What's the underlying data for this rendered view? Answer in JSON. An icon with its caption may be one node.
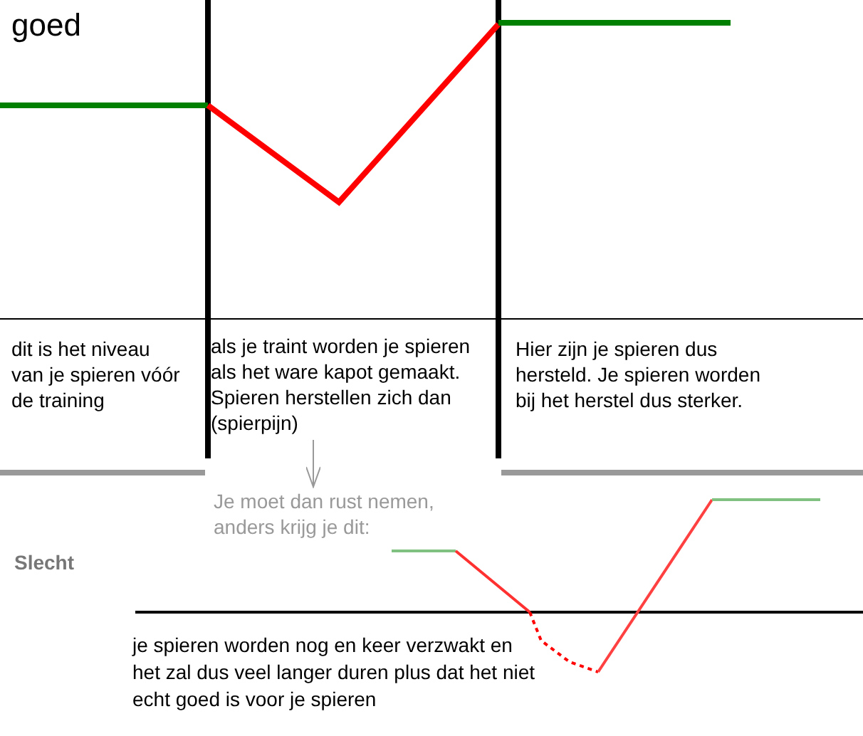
{
  "diagram": {
    "nodes": [
      {
        "text": [
          "dit is het niveau van je spieren vóór de training"
        ]
      },
      {
        "text": [
          "als je traint worden je spieren als het ware kapot gemaakt. Spieren herstellen zich dan (spierpijn)"
        ]
      },
      {
        "text": [
          "Hier zijn je spieren dus hersteld. Je spieren worden bij het herstel dus sterker."
        ]
      },
      {
        "text": [
          "Je moet dan rust nemen, anders krijg je dit:"
        ]
      }
    ],
    "edges": [
      {
        "from": 1,
        "to": 3,
        "arrow": "to"
      }
    ],
    "labels": [
      "goed",
      "Slecht",
      "je spieren worden nog en keer verzwakt en het zal dus veel langer duren plus dat het niet echt goed is voor je spieren"
    ]
  }
}
